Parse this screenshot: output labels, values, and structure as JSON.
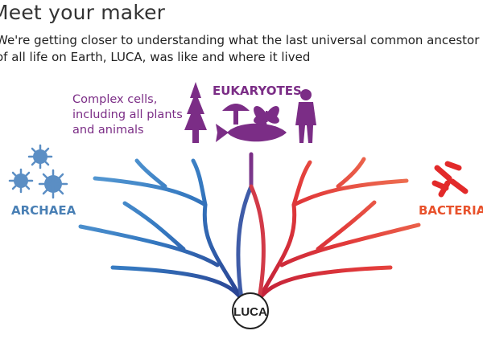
{
  "header": {
    "title": "Meet your maker",
    "subtitle_line1": "We're getting closer to understanding what the last universal common ancestor",
    "subtitle_line2": "of all life on Earth, LUCA, was like and where it lived"
  },
  "diagram": {
    "eukaryotes_label": "EUKARYOTES",
    "eukaryotes_note": [
      "Complex cells,",
      "including all plants",
      "and animals"
    ],
    "archaea_label": "ARCHAEA",
    "bacteria_label": "BACTERIA",
    "root_label": "LUCA",
    "icons": [
      "tree-icon",
      "mushroom-icon",
      "butterfly-icon",
      "fish-icon",
      "human-icon",
      "virus-cluster-icon",
      "bacteria-icon"
    ],
    "colors": {
      "archaea": "#3f7fc0",
      "eukaryotes": "#7b2d86",
      "bacteria": "#e8522c",
      "bacteria_icon": "#e22a2a",
      "text": "#222222"
    }
  }
}
